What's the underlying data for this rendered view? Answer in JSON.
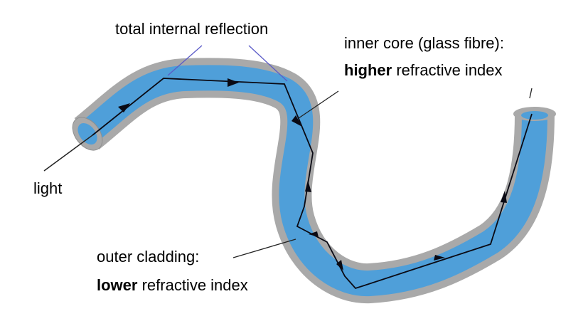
{
  "labels": {
    "tir": "total internal reflection",
    "core_line1": "inner core (glass fibre):",
    "core_line2_bold": "higher",
    "core_line2_rest": " refractive index",
    "light": "light",
    "cladding_line1": "outer cladding:",
    "cladding_line2_bold": "lower",
    "cladding_line2_rest": " refractive index"
  },
  "colors": {
    "cladding": "#a9a9a9",
    "core": "#4f9fd9",
    "ray": "#0a0a14",
    "tir_pointer": "#5b5bc8",
    "pointer": "#222222"
  }
}
